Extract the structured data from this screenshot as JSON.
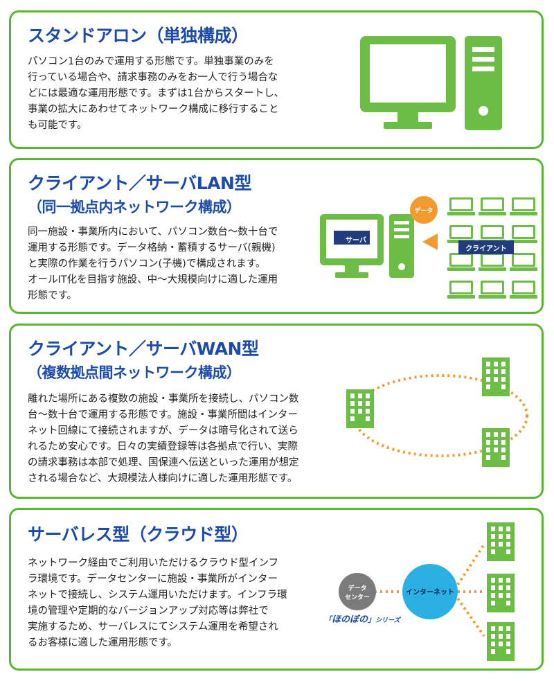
{
  "colors": {
    "green": "#6cbd45",
    "border": "#5cb531",
    "title": "#1d4ba8",
    "navy": "#213c7c",
    "orange": "#f29a2e",
    "cyan": "#2bb0e3",
    "gray": "#7b7b7b"
  },
  "sections": [
    {
      "title": "スタンドアロン（単独構成）",
      "body": [
        "パソコン1台のみで運用する形態です。単独事業のみを",
        "行っている場合や、請求事務のみをお一人で行う場合な",
        "どには最適な運用形態です。まずは1台からスタートし、",
        "事業の拡大にあわせてネットワーク構成に移行すること",
        "も可能です。"
      ],
      "icons": [
        "monitor-icon",
        "pc-tower-icon"
      ]
    },
    {
      "title": "クライアント／サーバLAN型",
      "subtitle": "（同一拠点内ネットワーク構成）",
      "body": [
        "同一施設・事業所内において、パソコン数台〜数十台で",
        "運用する形態です。データ格納・蓄積するサーバ(親機)",
        "と実際の作業を行うパソコン(子機)で構成されます。",
        "オールIT化を目指す施設、中〜大規模向けに適した運用",
        "形態です。"
      ],
      "labels": {
        "server": "サーバ",
        "data": "データ",
        "client": "クライアント"
      },
      "icons": [
        "server-monitor-icon",
        "server-tower-icon",
        "laptop-icon",
        "arrow-left-icon"
      ]
    },
    {
      "title": "クライアント／サーバWAN型",
      "subtitle": "（複数拠点間ネットワーク構成）",
      "body": [
        "離れた場所にある複数の施設・事業所を接続し、パソコン数",
        "台〜数十台で運用する形態です。施設・事業所間はインター",
        "ネット回線にて接続されますが、データは暗号化されて送ら",
        "れるため安心です。日々の実績登録等は各拠点で行い、実際",
        "の請求事務は本部で処理、国保連へ伝送といった運用が想定",
        "される場合など、大規模法人様向けに適した運用形態です。"
      ],
      "icons": [
        "building-icon"
      ]
    },
    {
      "title": "サーバレス型（クラウド型）",
      "body": [
        "ネットワーク経由でご利用いただけるクラウド型インフ",
        "ラ環境です。データセンターに施設・事業所がインター",
        "ネットで接続し、システム運用いただけます。インフラ環",
        "境の管理や定期的なバージョンアップ対応等は弊社で",
        "実施するため、サーバレスにてシステム運用を希望され",
        "るお客様に適した運用形態です。"
      ],
      "labels": {
        "datacenter_1": "データ",
        "datacenter_2": "センター",
        "internet": "インターネット",
        "brand": "ほのぼの",
        "series": "シリーズ"
      },
      "icons": [
        "building-icon"
      ]
    }
  ]
}
